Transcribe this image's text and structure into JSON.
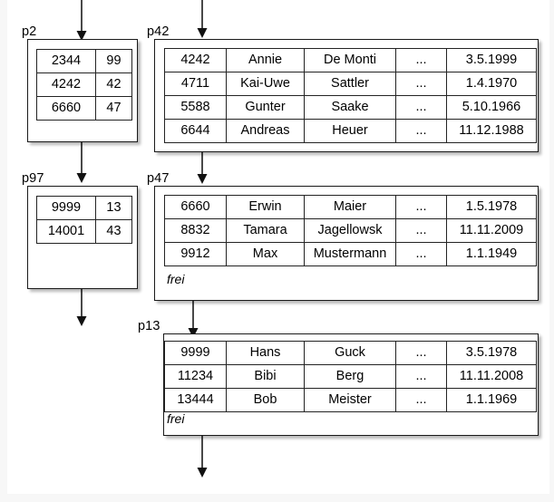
{
  "diagram": {
    "title": "B-tree style index pages with data pages",
    "background": "#ffffff",
    "line_color": "#1c1c1c"
  },
  "index_pages": [
    {
      "id": "p2",
      "label": "p2",
      "entries": [
        {
          "key": "2344",
          "pointer": "99"
        },
        {
          "key": "4242",
          "pointer": "42"
        },
        {
          "key": "6660",
          "pointer": "47"
        }
      ]
    },
    {
      "id": "p97",
      "label": "p97",
      "entries": [
        {
          "key": "9999",
          "pointer": "13"
        },
        {
          "key": "14001",
          "pointer": "43"
        }
      ]
    }
  ],
  "data_pages": [
    {
      "id": "p42",
      "label": "p42",
      "free_label": "",
      "rows": [
        {
          "id": "4242",
          "first": "Annie",
          "last": "De Monti",
          "more": "...",
          "date": "3.5.1999"
        },
        {
          "id": "4711",
          "first": "Kai-Uwe",
          "last": "Sattler",
          "more": "...",
          "date": "1.4.1970"
        },
        {
          "id": "5588",
          "first": "Gunter",
          "last": "Saake",
          "more": "...",
          "date": "5.10.1966"
        },
        {
          "id": "6644",
          "first": "Andreas",
          "last": "Heuer",
          "more": "...",
          "date": "11.12.1988"
        }
      ]
    },
    {
      "id": "p47",
      "label": "p47",
      "free_label": "frei",
      "rows": [
        {
          "id": "6660",
          "first": "Erwin",
          "last": "Maier",
          "more": "...",
          "date": "1.5.1978"
        },
        {
          "id": "8832",
          "first": "Tamara",
          "last": "Jagellowsk",
          "more": "...",
          "date": "11.11.2009"
        },
        {
          "id": "9912",
          "first": "Max",
          "last": "Mustermann",
          "more": "...",
          "date": "1.1.1949"
        }
      ]
    },
    {
      "id": "p13",
      "label": "p13",
      "free_label": "frei",
      "rows": [
        {
          "id": "9999",
          "first": "Hans",
          "last": "Guck",
          "more": "...",
          "date": "3.5.1978"
        },
        {
          "id": "11234",
          "first": "Bibi",
          "last": "Berg",
          "more": "...",
          "date": "11.11.2008"
        },
        {
          "id": "13444",
          "first": "Bob",
          "last": "Meister",
          "more": "...",
          "date": "1.1.1969"
        }
      ]
    }
  ]
}
